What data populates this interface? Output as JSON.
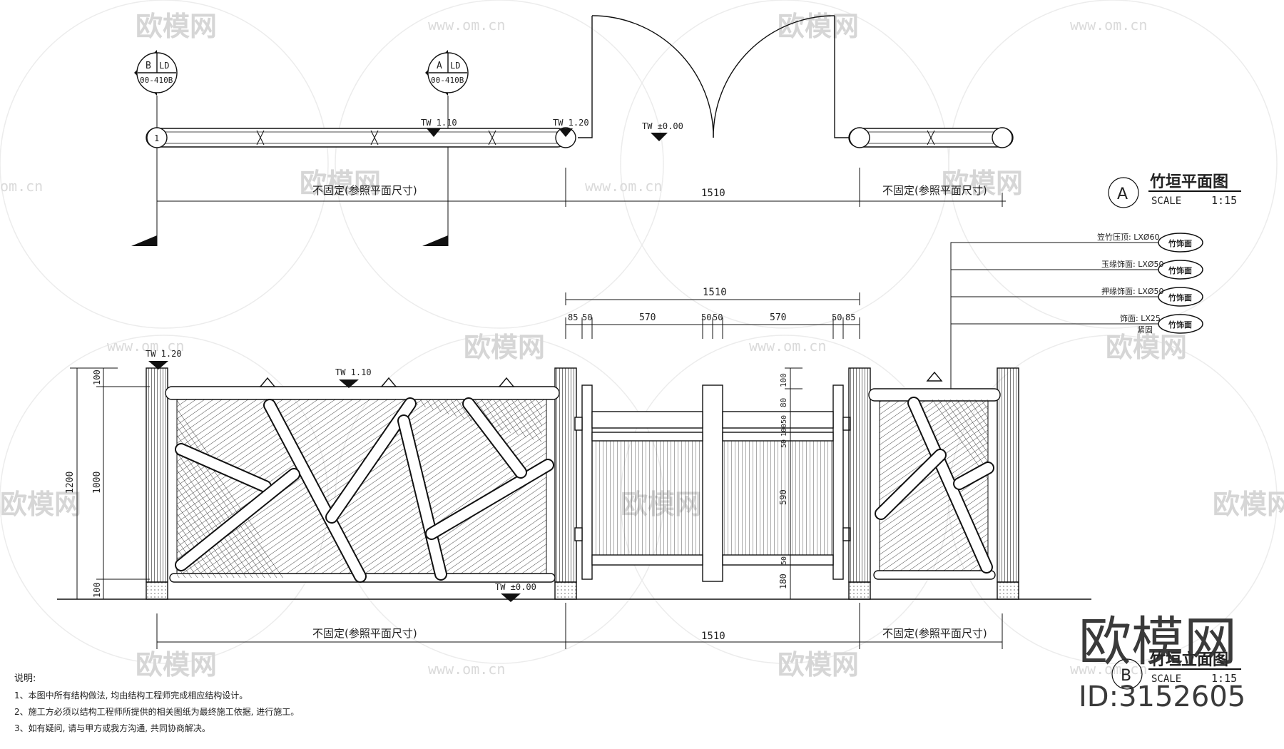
{
  "watermark": {
    "brand": "欧模网",
    "url": "www.om.cn",
    "url_short": "om.cn",
    "id": "ID:3152605"
  },
  "section_markers": [
    {
      "letter": "B",
      "code": "LD",
      "sheet": "00-410B"
    },
    {
      "letter": "A",
      "code": "LD",
      "sheet": "00-410B"
    }
  ],
  "plan": {
    "title": "竹垣平面图",
    "scale_label": "SCALE",
    "scale": "1:15",
    "marker": "A",
    "levels": [
      "TW 1.10",
      "TW 1.20",
      "TW ±0.00"
    ],
    "dims": [
      "不固定(参照平面尺寸)",
      "1510",
      "不固定(参照平面尺寸)"
    ],
    "post_label": "1"
  },
  "elevation": {
    "title": "竹垣立面图",
    "scale_label": "SCALE",
    "scale": "1:15",
    "marker": "B",
    "levels": [
      "TW 1.20",
      "TW 1.10",
      "TW ±0.00"
    ],
    "top_dims": [
      "1510",
      "85",
      "50",
      "570",
      "50",
      "50",
      "570",
      "50",
      "85"
    ],
    "left_dims": [
      "100",
      "1000",
      "1200",
      "100"
    ],
    "gate_dims": [
      "100",
      "80",
      "50",
      "100",
      "50",
      "590",
      "50",
      "180"
    ],
    "bottom_dims": [
      "不固定(参照平面尺寸)",
      "1510",
      "不固定(参照平面尺寸)"
    ]
  },
  "callouts": [
    {
      "text": "笠竹压顶: LXØ60",
      "tag": "竹饰面"
    },
    {
      "text": "玉缘饰面: LXØ50",
      "tag": "竹饰面"
    },
    {
      "text": "押缘饰面: LXØ50",
      "tag": "竹饰面"
    },
    {
      "text": "饰面: LX25",
      "sub": "紧固",
      "tag": "竹饰面"
    }
  ],
  "notes": {
    "heading": "说明:",
    "items": [
      "1、本图中所有结构做法, 均由结构工程师完成相应结构设计。",
      "2、施工方必须以结构工程师所提供的相关图纸为最终施工依据, 进行施工。",
      "3、如有疑问, 请与甲方或我方沟通, 共同协商解决。"
    ]
  }
}
